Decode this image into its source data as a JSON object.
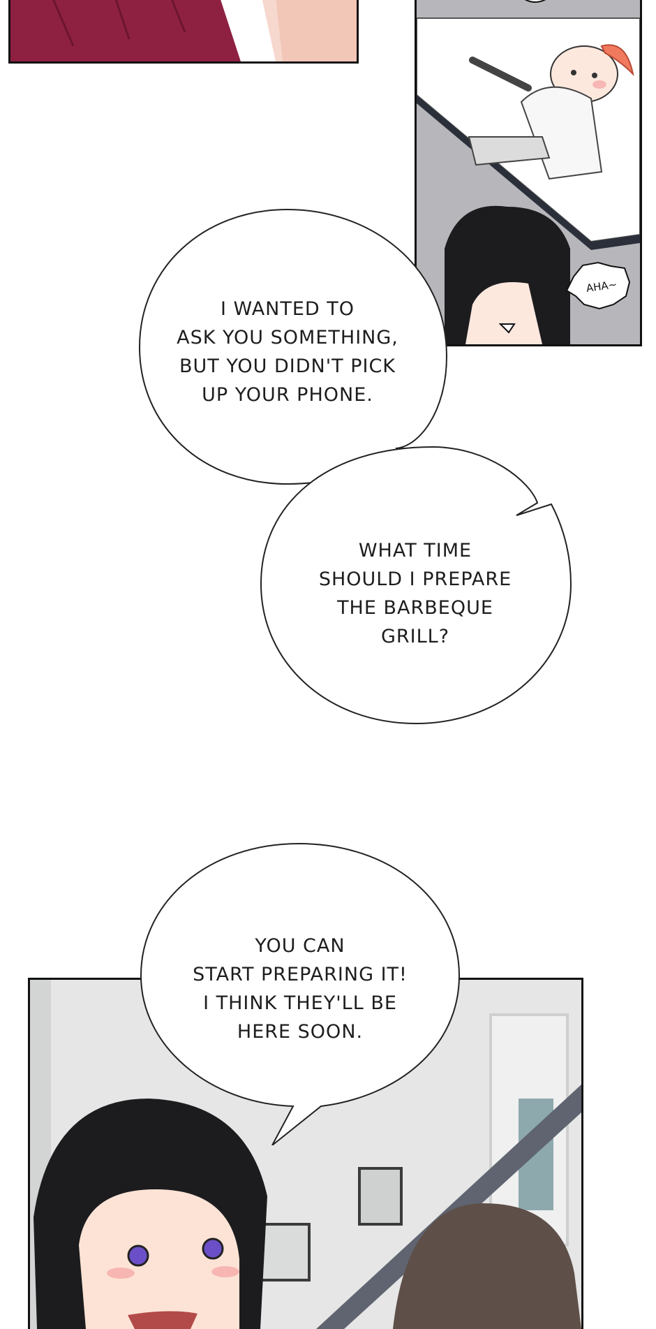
{
  "panels": {
    "top_left": {
      "description_icon": "shirt-figure-icon"
    },
    "top_right": {
      "sfx": "AHA~"
    },
    "bottom": {
      "description_icon": "characters-icon"
    }
  },
  "bubbles": {
    "ask": {
      "lines": [
        "I WANTED TO",
        "ASK YOU SOMETHING,",
        "BUT YOU DIDN'T PICK",
        "UP YOUR PHONE."
      ]
    },
    "grill": {
      "lines": [
        "WHAT TIME",
        "SHOULD I PREPARE",
        "THE BARBEQUE",
        "GRILL?"
      ]
    },
    "reply": {
      "lines": [
        "YOU CAN",
        "START PREPARING IT!",
        "I THINK THEY'LL BE",
        "HERE SOON."
      ]
    }
  },
  "colors": {
    "shirt": "#8e2142",
    "hair_red": "#f07a5e",
    "hair_dark": "#1c1c1f",
    "floor": "#b9b9bd",
    "wall": "#e5e6e5",
    "eyes": "#6b4fc8"
  }
}
